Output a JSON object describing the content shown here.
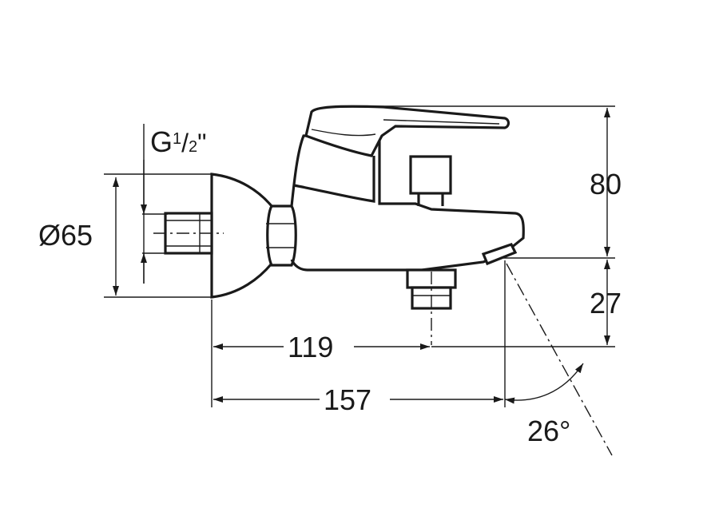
{
  "dimensions": {
    "thread_prefix": "G",
    "thread_num": "1",
    "thread_sep": "/",
    "thread_den": "2",
    "thread_unit": "\"",
    "diameter": "Ø65",
    "height_top": "80",
    "height_bottom": "27",
    "length_outlet": "119",
    "length_spout": "157",
    "angle": "26°"
  }
}
